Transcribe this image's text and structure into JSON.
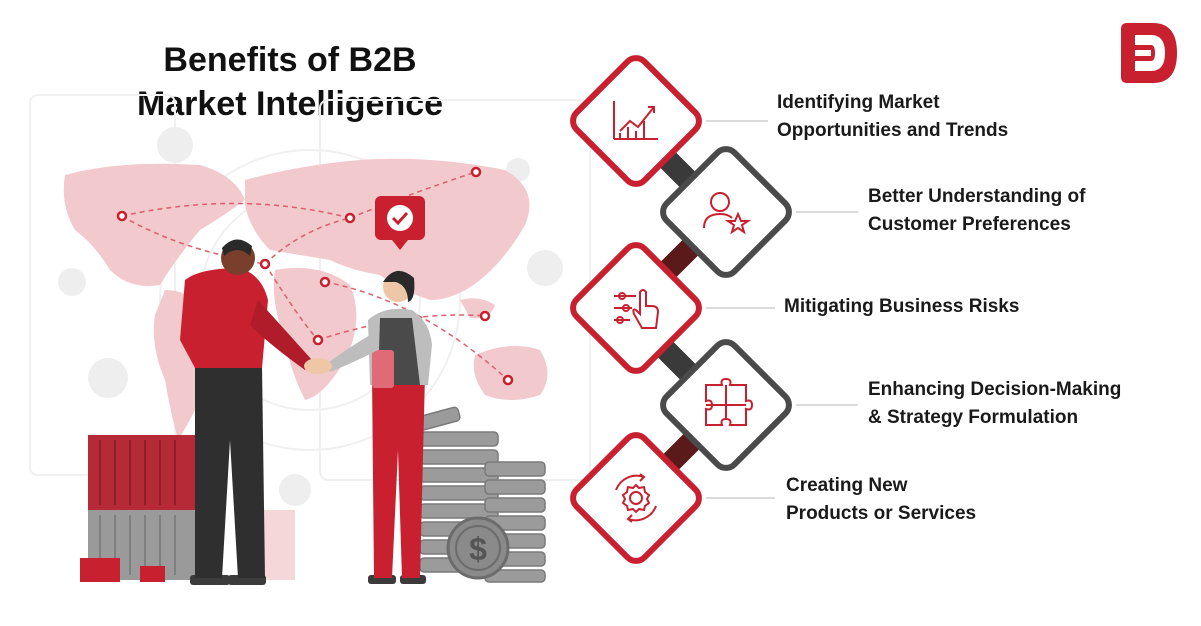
{
  "title": {
    "line1": "Benefits of B2B",
    "line2": "Market Intelligence"
  },
  "brand": {
    "logo_name": "brand-logo-icon",
    "color": "#c8202f"
  },
  "colors": {
    "accent": "#c8202f",
    "dark": "#4a4a4a",
    "connector_dark": "#3a3a3a",
    "connector_red": "#5a1a1a",
    "map_pink": "#f2c9cd"
  },
  "steps": [
    {
      "icon": "growth-chart-icon",
      "line1": "Identifying Market",
      "line2": "Opportunities and Trends",
      "style": "red"
    },
    {
      "icon": "customer-star-icon",
      "line1": "Better Understanding of",
      "line2": "Customer Preferences",
      "style": "dark"
    },
    {
      "icon": "touch-control-icon",
      "line1": "Mitigating Business Risks",
      "line2": "",
      "style": "red"
    },
    {
      "icon": "puzzle-icon",
      "line1": "Enhancing Decision-Making",
      "line2": "& Strategy Formulation",
      "style": "dark"
    },
    {
      "icon": "gear-cycle-icon",
      "line1": "Creating New",
      "line2": "Products or Services",
      "style": "red"
    }
  ]
}
